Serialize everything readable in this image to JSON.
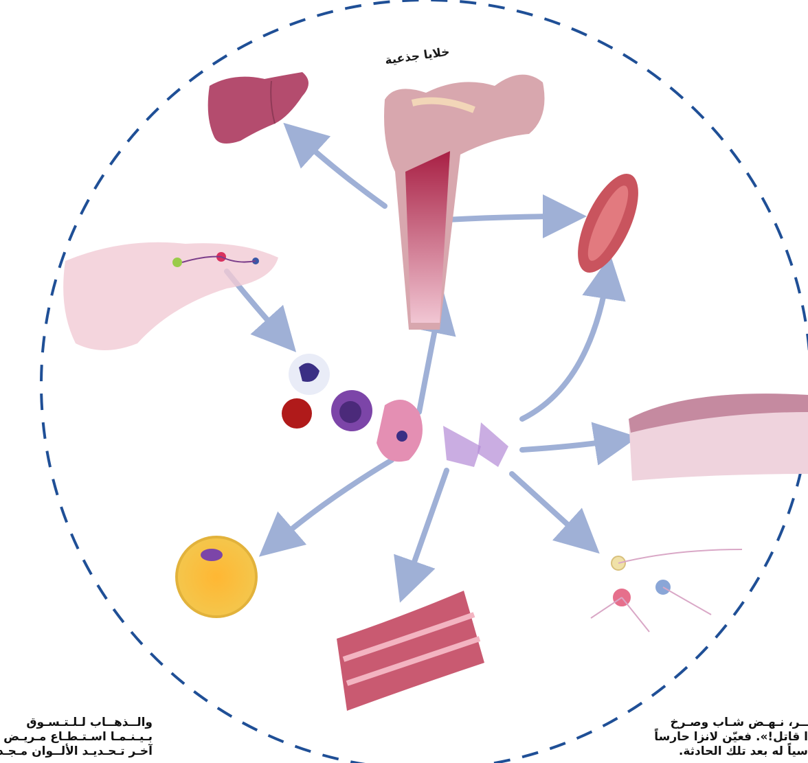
{
  "diagram": {
    "center_label": "خلايا جذعية"
  },
  "article": {
    "left_column": [
      "والــذهــاب لـلـتـسـوق",
      "بـيـنـمـا اسـتـطـاع مـريـض",
      "آخـر تـحـديـد الألــوان مـجـدداً."
    ],
    "right_column": [
      "ــر، نـهـض شـاب وصـرخ",
      "ا قاتل!». فعيّن لانزا حارساً",
      "سياً له بعد تلك الحادثة."
    ]
  },
  "colors": {
    "dashed_circle": "#1f4f96",
    "arrow": "#9fb0d6",
    "bone_marrow": "#8e1f3c",
    "bone_spongy": "#d8a7ae",
    "liver": "#b44c6e",
    "muscle": "#c9545e"
  }
}
